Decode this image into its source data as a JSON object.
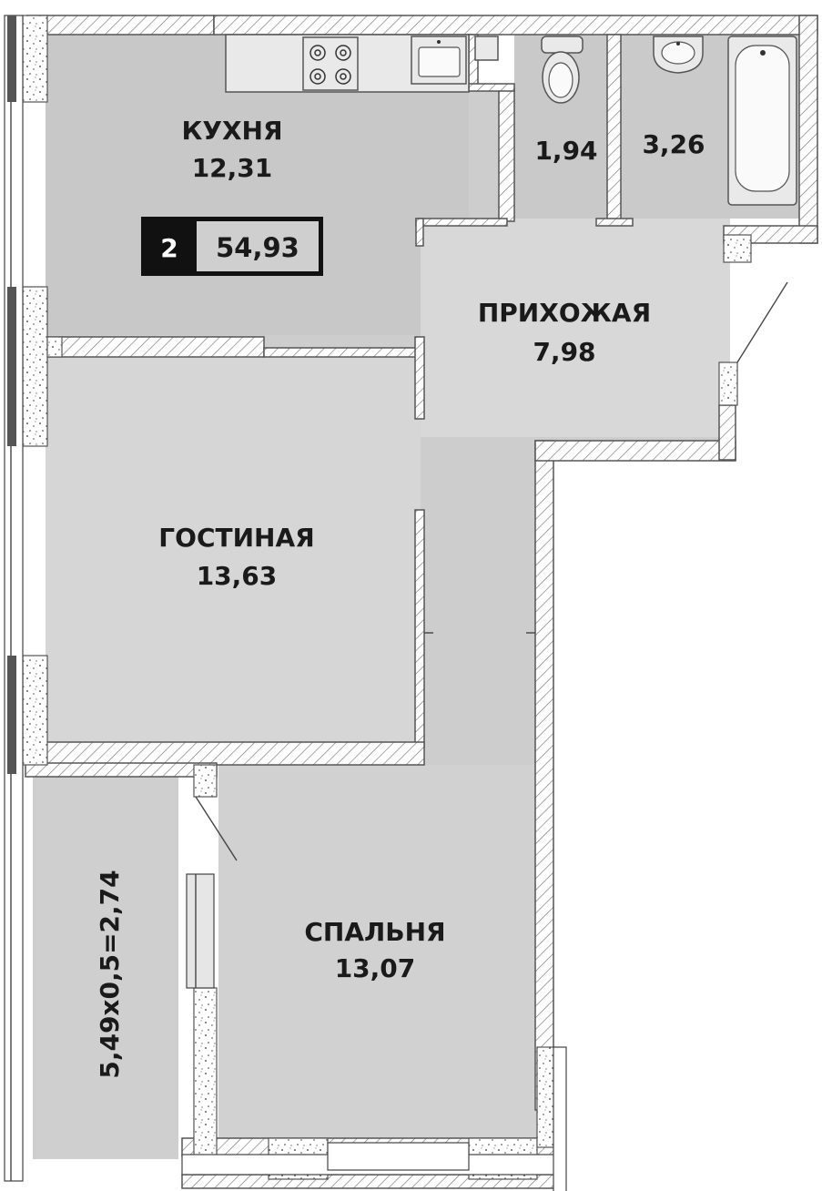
{
  "rooms": {
    "kitchen": {
      "name": "КУХНЯ",
      "area": "12,31"
    },
    "wc": {
      "area": "1,94"
    },
    "bathroom": {
      "area": "3,26"
    },
    "hallway": {
      "name": "ПРИХОЖАЯ",
      "area": "7,98"
    },
    "living": {
      "name": "ГОСТИНАЯ",
      "area": "13,63"
    },
    "bedroom": {
      "name": "СПАЛЬНЯ",
      "area": "13,07"
    },
    "balcony": {
      "area": "5,49x0,5=2,74"
    }
  },
  "badge": {
    "rooms_count": "2",
    "total_area": "54,93"
  },
  "colors": {
    "floor_light": "#ececec",
    "floor_mid": "#cfcfcf",
    "wall_stroke": "#555555",
    "badge_dark": "#111111"
  }
}
